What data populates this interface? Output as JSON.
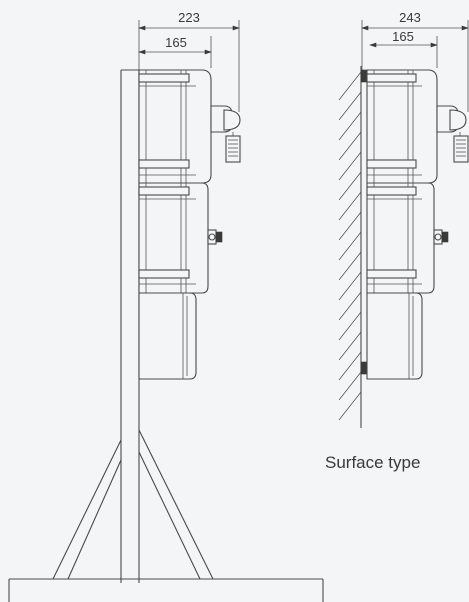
{
  "dimensions": {
    "left_overall": "223",
    "left_inner": "165",
    "right_overall": "243",
    "right_inner": "165"
  },
  "labels": {
    "surface_type": "Surface type"
  },
  "colors": {
    "background": "#f4f5f6",
    "line": "#4a4a4a",
    "text": "#3a3a3a"
  }
}
